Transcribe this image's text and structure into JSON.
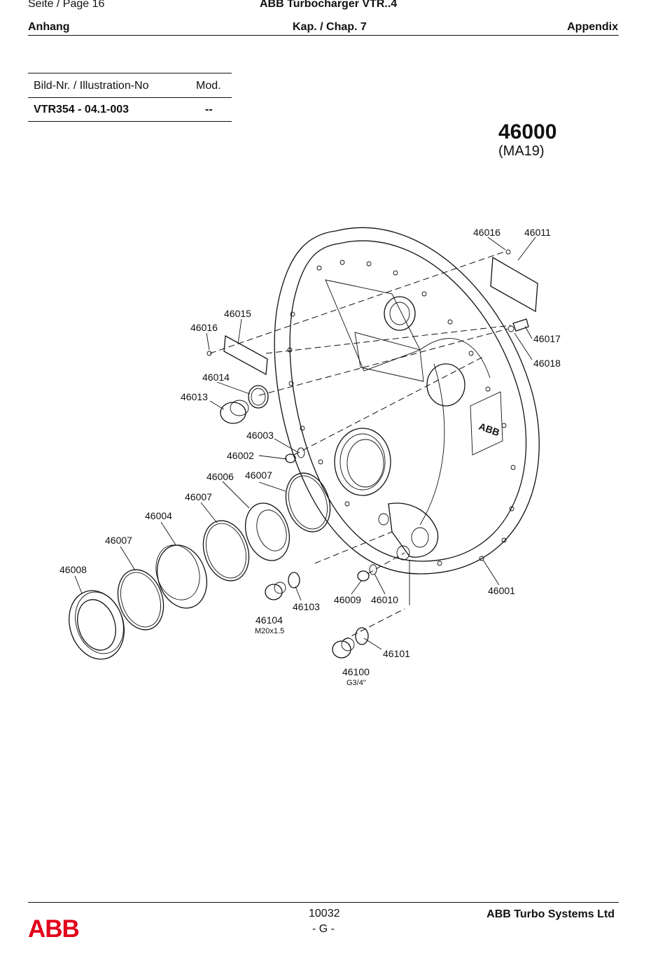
{
  "header": {
    "page_label": "Seite / Page  16",
    "doc_title": "ABB Turbocharger VTR..4",
    "section_left": "Anhang",
    "section_center": "Kap. / Chap. 7",
    "section_right": "Appendix"
  },
  "info_table": {
    "col_illustration": "Bild-Nr. / Illustration-No",
    "col_mod": "Mod.",
    "illustration_no": "VTR354 - 04.1-003",
    "mod_value": "--"
  },
  "part": {
    "number": "46000",
    "code": "(MA19)"
  },
  "drawing_labels": {
    "p46016_top": "46016",
    "p46011": "46011",
    "p46015": "46015",
    "p46016_left": "46016",
    "p46017": "46017",
    "p46018": "46018",
    "p46014": "46014",
    "p46013": "46013",
    "p46003": "46003",
    "p46002": "46002",
    "p46006": "46006",
    "p46007_a": "46007",
    "p46007_b": "46007",
    "p46004": "46004",
    "p46007_c": "46007",
    "p46008": "46008",
    "p46103": "46103",
    "p46104": "46104",
    "p46104_thread": "M20x1.5",
    "p46009": "46009",
    "p46010": "46010",
    "p46001": "46001",
    "p46101": "46101",
    "p46100": "46100",
    "p46100_thread": "G3/4\""
  },
  "footer": {
    "logo": "ABB",
    "doc_number": "10032",
    "revision": "- G -",
    "company": "ABB Turbo Systems Ltd"
  }
}
